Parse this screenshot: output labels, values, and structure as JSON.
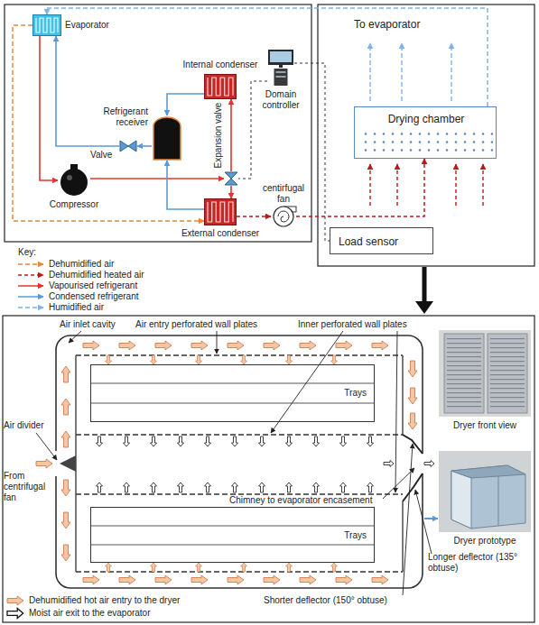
{
  "diagram": {
    "nodes": [
      {
        "text": [
          "Evaporator"
        ]
      },
      {
        "text": [
          "Internal condenser"
        ]
      },
      {
        "text": [
          "Domain controller"
        ]
      },
      {
        "text": [
          "Refrigerant receiver"
        ]
      },
      {
        "text": [
          "Valve"
        ]
      },
      {
        "text": [
          "Expansion valve"
        ]
      },
      {
        "text": [
          "Compressor"
        ]
      },
      {
        "text": [
          "External condenser"
        ]
      },
      {
        "text": [
          "centirfugal fan"
        ]
      },
      {
        "text": [
          "Drying chamber"
        ]
      },
      {
        "text": [
          "Load sensor"
        ]
      },
      {
        "text": [
          "Trays"
        ]
      },
      {
        "text": [
          "Trays"
        ]
      }
    ],
    "edges": [
      {
        "from": 6,
        "to": 5,
        "arrow": "to"
      },
      {
        "from": 5,
        "to": 1,
        "arrow": "to"
      },
      {
        "from": 5,
        "to": 7,
        "arrow": "to"
      },
      {
        "from": 1,
        "to": 3,
        "arrow": "to"
      },
      {
        "from": 7,
        "to": 3,
        "arrow": "to"
      },
      {
        "from": 3,
        "to": 4,
        "arrow": "to"
      },
      {
        "from": 4,
        "to": 0,
        "arrow": "to"
      },
      {
        "from": 0,
        "to": 6,
        "arrow": "to"
      },
      {
        "from": 8,
        "to": 9,
        "arrow": "to"
      },
      {
        "from": 0,
        "to": 7,
        "arrow": "to"
      },
      {
        "from": 9,
        "to": 0,
        "arrow": "to"
      },
      {
        "from": 2,
        "to": 5,
        "arrow": "none"
      },
      {
        "from": 2,
        "to": 10,
        "arrow": "none"
      },
      {
        "from": 7,
        "to": 8,
        "arrow": "to"
      }
    ],
    "labels": [
      "Key:",
      "To evaporator",
      "Air inlet cavity",
      "Air entry perforated wall plates",
      "Inner perforated wall plates",
      "Air divider",
      "From centrifugal fan",
      "Chimney to evaporator encasement",
      "Dryer front view",
      "Dryer prototype",
      "Longer deflector (135° obtuse)",
      "Shorter deflector (150° obtuse)"
    ],
    "legend": [
      {
        "text": "Dehumidified air"
      },
      {
        "text": "Dehumidified heated air"
      },
      {
        "text": "Vapourised refrigerant"
      },
      {
        "text": "Condensed refrigerant"
      },
      {
        "text": "Humidified air"
      },
      {
        "text": "Dehumidified hot air entry to the dryer"
      },
      {
        "text": "Moist air exit to the evaporator"
      }
    ]
  }
}
